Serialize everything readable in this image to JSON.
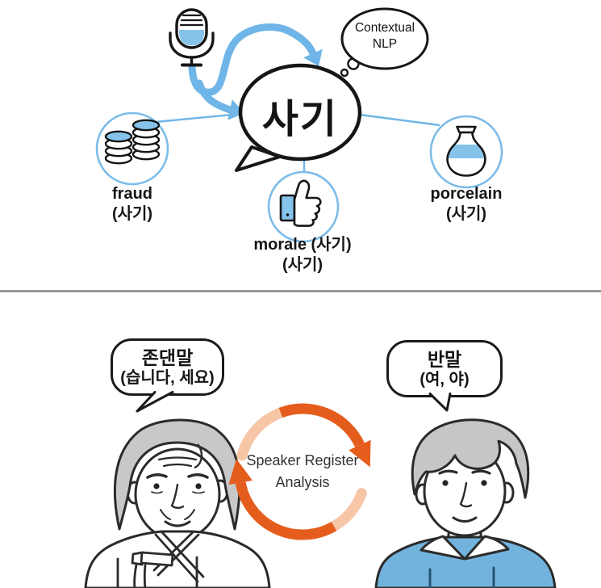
{
  "top_diagram": {
    "center_word": "사기",
    "thought_bubble": {
      "line1": "Contextual",
      "line2": "NLP"
    },
    "mic_icon": "microphone-icon",
    "nodes": [
      {
        "icon": "coins-icon",
        "label": "fraud",
        "sublabel": "(사기)"
      },
      {
        "icon": "thumbs-up-icon",
        "label": "morale (사기)",
        "sublabel": "(사기)"
      },
      {
        "icon": "vase-icon",
        "label": "porcelain",
        "sublabel": "(사기)"
      }
    ]
  },
  "bottom_diagram": {
    "left_speech_bubble": {
      "line1": "존댄말",
      "line2": "(습니다, 세요)"
    },
    "right_speech_bubble": {
      "line1": "반말",
      "line2": "(여, 야)"
    },
    "cycle_label": {
      "line1": "Speaker Register",
      "line2": "Analysis"
    },
    "left_person": "elderly-woman-in-hanbok",
    "right_person": "young-man-in-blue-sweater"
  },
  "colors": {
    "accent_blue": "#6FB5E7",
    "icon_fill_blue": "#85C3EB",
    "outline": "#161616",
    "orange_dark": "#E55D1D",
    "orange_light": "#F6C6A6",
    "divider_gray": "#999999",
    "hair_gray": "#C8C8C8",
    "sweater_blue": "#72B3DE"
  }
}
